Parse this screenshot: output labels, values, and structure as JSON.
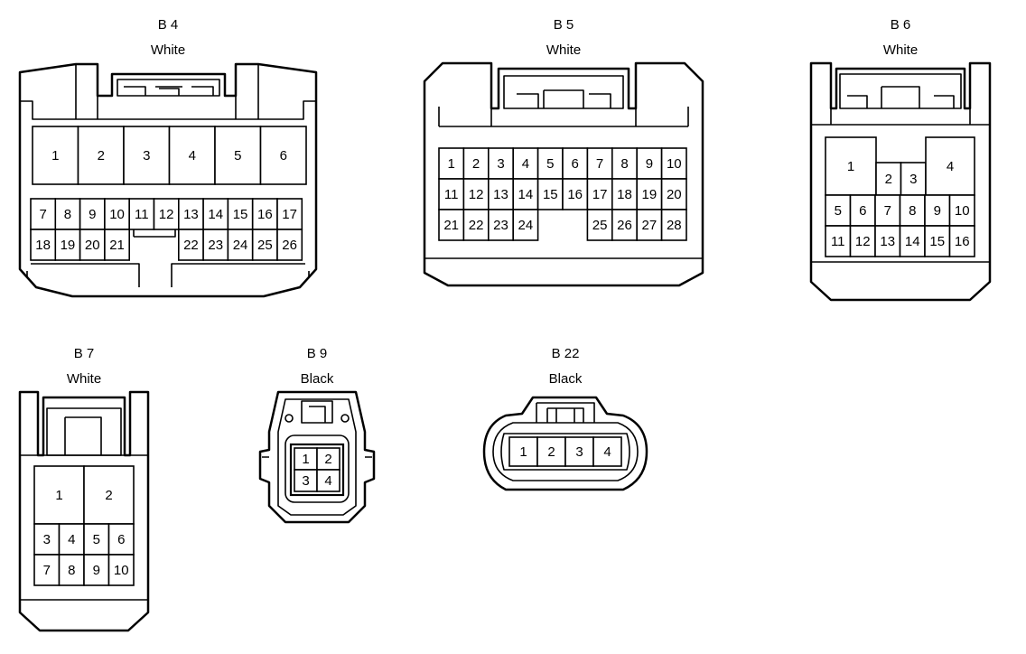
{
  "connectors": [
    {
      "id": "B 4",
      "color": "White",
      "pins": [
        "1",
        "2",
        "3",
        "4",
        "5",
        "6",
        "7",
        "8",
        "9",
        "10",
        "11",
        "12",
        "13",
        "14",
        "15",
        "16",
        "17",
        "18",
        "19",
        "20",
        "21",
        "22",
        "23",
        "24",
        "25",
        "26"
      ]
    },
    {
      "id": "B 5",
      "color": "White",
      "pins": [
        "1",
        "2",
        "3",
        "4",
        "5",
        "6",
        "7",
        "8",
        "9",
        "10",
        "11",
        "12",
        "13",
        "14",
        "15",
        "16",
        "17",
        "18",
        "19",
        "20",
        "21",
        "22",
        "23",
        "24",
        "25",
        "26",
        "27",
        "28"
      ]
    },
    {
      "id": "B 6",
      "color": "White",
      "pins": [
        "1",
        "2",
        "3",
        "4",
        "5",
        "6",
        "7",
        "8",
        "9",
        "10",
        "11",
        "12",
        "13",
        "14",
        "15",
        "16"
      ]
    },
    {
      "id": "B 7",
      "color": "White",
      "pins": [
        "1",
        "2",
        "3",
        "4",
        "5",
        "6",
        "7",
        "8",
        "9",
        "10"
      ]
    },
    {
      "id": "B 9",
      "color": "Black",
      "pins": [
        "1",
        "2",
        "3",
        "4"
      ]
    },
    {
      "id": "B 22",
      "color": "Black",
      "pins": [
        "1",
        "2",
        "3",
        "4"
      ]
    }
  ]
}
